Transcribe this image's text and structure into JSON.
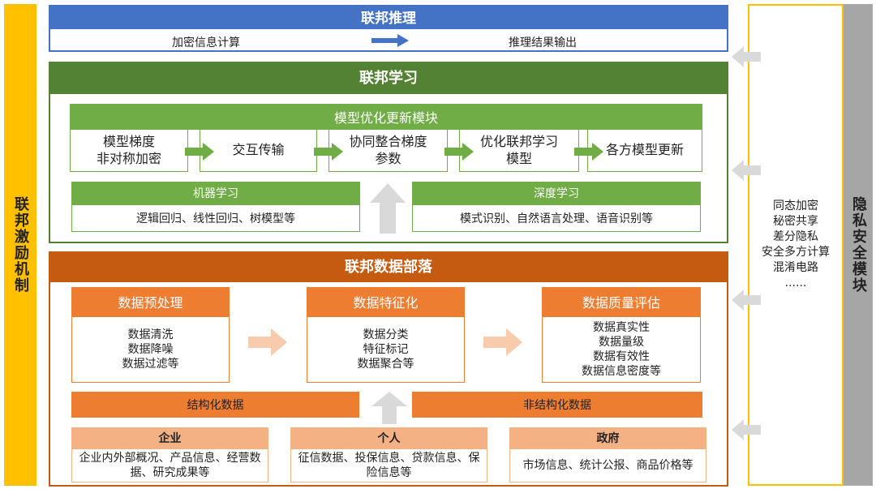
{
  "incentive": {
    "label": "联邦激励机制"
  },
  "privacy": {
    "label": "隐私安全模块",
    "items": [
      "同态加密",
      "秘密共享",
      "差分隐私",
      "安全多方计算",
      "混淆电路",
      "......"
    ]
  },
  "inference": {
    "title": "联邦推理",
    "left": "加密信息计算",
    "right": "推理结果输出"
  },
  "learning": {
    "title": "联邦学习",
    "module_title": "模型优化更新模块",
    "steps": [
      "模型梯度\n非对称加密",
      "交互传输",
      "协同整合梯度\n参数",
      "优化联邦学习\n模型",
      "各方模型更新"
    ],
    "ml": {
      "title": "机器学习",
      "body": "逻辑回归、线性回归、树模型等"
    },
    "dl": {
      "title": "深度学习",
      "body": "模式识别、自然语言处理、语音识别等"
    }
  },
  "tribe": {
    "title": "联邦数据部落",
    "processes": [
      {
        "title": "数据预处理",
        "items": "数据清洗\n数据降噪\n数据过滤等"
      },
      {
        "title": "数据特征化",
        "items": "数据分类\n特征标记\n数据聚合等"
      },
      {
        "title": "数据质量评估",
        "items": "数据真实性\n数据量级\n数据有效性\n数据信息密度等"
      }
    ],
    "structured": "结构化数据",
    "unstructured": "非结构化数据",
    "sources": [
      {
        "title": "企业",
        "body": "企业内外部概况、产品信息、经营数据、研究成果等"
      },
      {
        "title": "个人",
        "body": "征信数据、投保信息、贷款信息、保险信息等"
      },
      {
        "title": "政府",
        "body": "市场信息、统计公报、商品价格等"
      }
    ]
  },
  "colors": {
    "incentive": "#FFC000",
    "privacy": "#A6A6A6",
    "inference": "#4472C4",
    "learning_dark": "#548235",
    "learning_light": "#70AD47",
    "tribe_dark": "#C55A11",
    "tribe_mid": "#ED7D31",
    "tribe_light": "#F4B183"
  }
}
